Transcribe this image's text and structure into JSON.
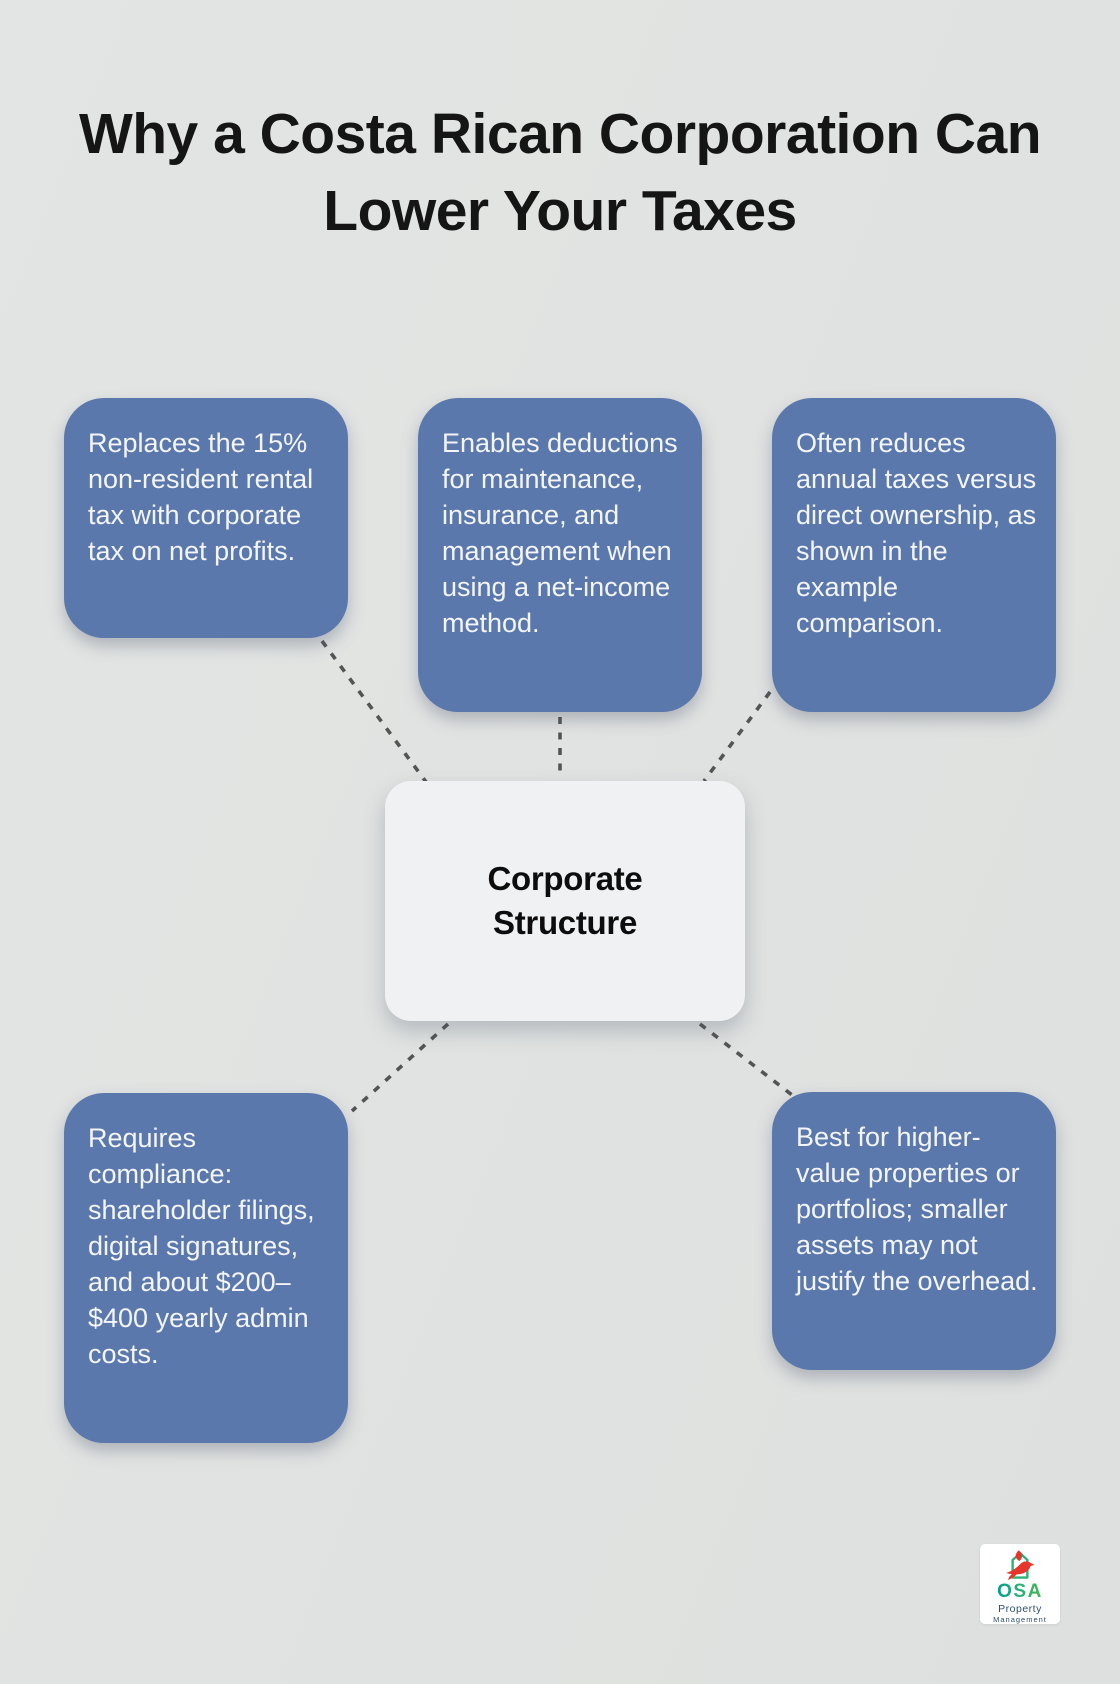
{
  "title": "Why a Costa Rican Corporation Can Lower Your Taxes",
  "center_node": {
    "label": "Corporate Structure"
  },
  "nodes": [
    {
      "id": "top-left",
      "text": "Replaces the 15% non-resident rental tax with corporate tax on net profits."
    },
    {
      "id": "top-middle",
      "text": "Enables deductions for maintenance, insurance, and management when using a net-income method."
    },
    {
      "id": "top-right",
      "text": "Often reduces annual taxes versus direct ownership, as shown in the example comparison."
    },
    {
      "id": "bottom-left",
      "text": "Requires compliance: shareholder filings, digital signatures, and about $200–$400 yearly admin costs."
    },
    {
      "id": "bottom-right",
      "text": "Best for higher-value properties or portfolios; smaller assets may not justify the overhead."
    }
  ],
  "logo": {
    "abbr": "OSA",
    "line1": "Property",
    "line2": "Management"
  },
  "colors": {
    "background": "#e1e3e2",
    "node_fill": "#5b78ad",
    "node_text": "#f3f5f8",
    "center_fill": "#f0f1f2",
    "center_text": "#0d0d0d",
    "connector": "#545454",
    "title_text": "#151515",
    "logo_green": "#2fb176",
    "logo_red": "#e5352c",
    "logo_navy": "#2d4f70"
  }
}
